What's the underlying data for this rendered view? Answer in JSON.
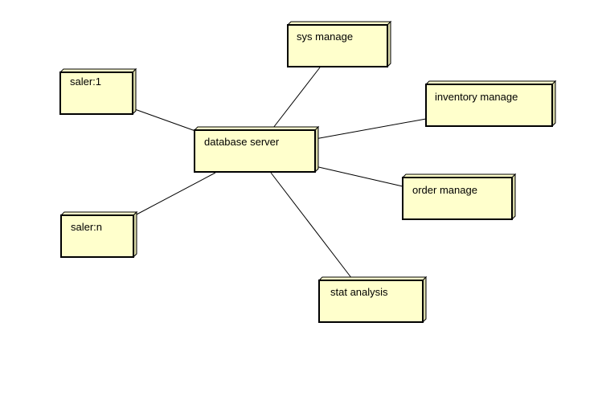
{
  "diagram": {
    "nodes": {
      "database_server": "database server",
      "sys_manage": "sys manage",
      "inventory_manage": "inventory manage",
      "order_manage": "order manage",
      "stat_analysis": "stat analysis",
      "saler_1": "saler:1",
      "saler_n": "saler:n"
    },
    "edges": [
      {
        "from": "database_server",
        "to": "sys_manage"
      },
      {
        "from": "database_server",
        "to": "inventory_manage"
      },
      {
        "from": "database_server",
        "to": "order_manage"
      },
      {
        "from": "database_server",
        "to": "stat_analysis"
      },
      {
        "from": "database_server",
        "to": "saler_1"
      },
      {
        "from": "database_server",
        "to": "saler_n"
      }
    ],
    "colors": {
      "node_fill": "#ffffcc",
      "node_side": "#d9d9a8",
      "stroke": "#000000"
    }
  }
}
